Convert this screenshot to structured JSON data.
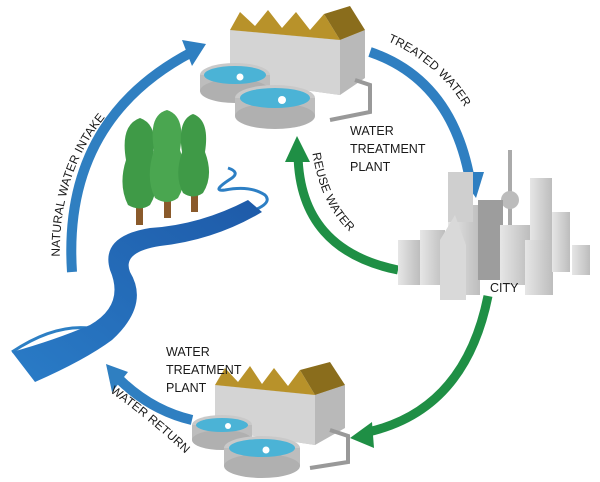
{
  "nodes": {
    "top_plant": {
      "label_lines": [
        "WATER",
        "TREATMENT",
        "PLANT"
      ]
    },
    "city": {
      "label": "CITY"
    },
    "bottom_plant": {
      "label_lines": [
        "WATER",
        "TREATMENT",
        "PLANT"
      ]
    },
    "river": {
      "label": ""
    }
  },
  "flows": {
    "natural_intake": {
      "label": "NATURAL  WATER INTAKE",
      "color": "#2f7fc1"
    },
    "treated_water": {
      "label": "TREATED WATER",
      "color": "#2f7fc1"
    },
    "reuse_water": {
      "label": "REUSE  WATER",
      "color": "#1f8f45"
    },
    "city_to_plant": {
      "label": "",
      "color": "#1f8f45"
    },
    "water_return": {
      "label": "WATER RETURN",
      "color": "#2f7fc1"
    }
  }
}
